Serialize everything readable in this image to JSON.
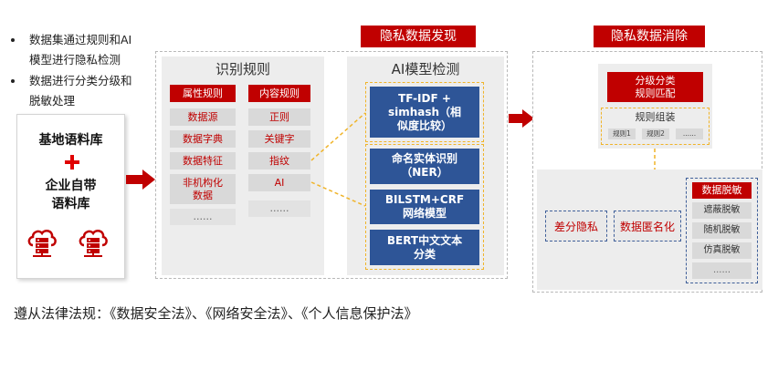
{
  "intro": {
    "bullets": [
      "数据集通过规则和AI模型进行隐私检测",
      "数据进行分类分级和脱敏处理"
    ]
  },
  "corpus": {
    "base_label": "基地语料库",
    "enterprise_label": "企业自带语料库"
  },
  "discovery": {
    "title": "隐私数据发现",
    "rules": {
      "title": "识别规则",
      "attribute": {
        "header": "属性规则",
        "items": [
          "数据源",
          "数据字典",
          "数据特征",
          "非机构化数据",
          "......"
        ]
      },
      "content": {
        "header": "内容规则",
        "items": [
          "正则",
          "关键字",
          "指纹",
          "AI",
          "......"
        ]
      }
    },
    "ai_models": {
      "title": "AI模型检测",
      "similarity": "TF-IDF + simhash（相似度比较）",
      "models": [
        "命名实体识别（NER）",
        "BILSTM+CRF 网络模型",
        "BERT中文文本分类"
      ]
    }
  },
  "elimination": {
    "title": "隐私数据消除",
    "matching": "分级分类规则匹配",
    "assembly": {
      "title": "规则组装",
      "items": [
        "规则1",
        "规则2",
        "......"
      ]
    },
    "privacy_methods": [
      "差分隐私",
      "数据匿名化"
    ],
    "masking": {
      "header": "数据脱敏",
      "items": [
        "遮蔽脱敏",
        "随机脱敏",
        "仿真脱敏",
        "......"
      ]
    }
  },
  "footer": {
    "compliance": "遵从法律法规：《数据安全法》、《网络安全法》、《个人信息保护法》"
  },
  "icons": {
    "corpus_source": "cloud-server-icon",
    "combine": "plus-icon",
    "flow_arrow": "right-arrow-icon"
  },
  "colors": {
    "accent_red": "#c00000",
    "model_blue": "#2e5597",
    "highlight_orange": "#f0b429",
    "panel_gray": "#ededed",
    "item_gray": "#d9d9d9"
  }
}
